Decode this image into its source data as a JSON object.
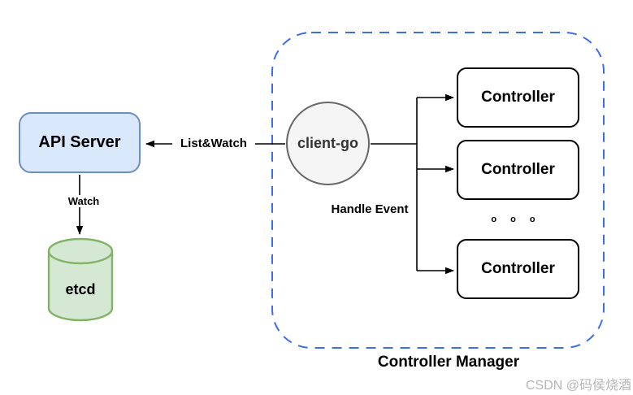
{
  "colors": {
    "api_fill": "#dae8fc",
    "api_stroke": "#6c8ebf",
    "etcd_fill": "#d5e8d4",
    "etcd_stroke": "#82b366",
    "client_fill": "#f5f5f5",
    "client_stroke": "#666666",
    "controller_fill": "#ffffff",
    "controller_stroke": "#000000",
    "container_stroke": "#3e6de8",
    "edge_stroke": "#000000",
    "watermark_color": "#b5b5b5"
  },
  "nodes": {
    "api_server": "API Server",
    "etcd": "etcd",
    "client_go": "client-go",
    "controller_1": "Controller",
    "controller_2": "Controller",
    "controller_3": "Controller",
    "ellipsis": "o o o"
  },
  "edges": {
    "list_watch": "List&Watch",
    "watch": "Watch",
    "handle_event": "Handle Event"
  },
  "container_label": "Controller Manager",
  "watermark": "CSDN @码侯烧酒"
}
